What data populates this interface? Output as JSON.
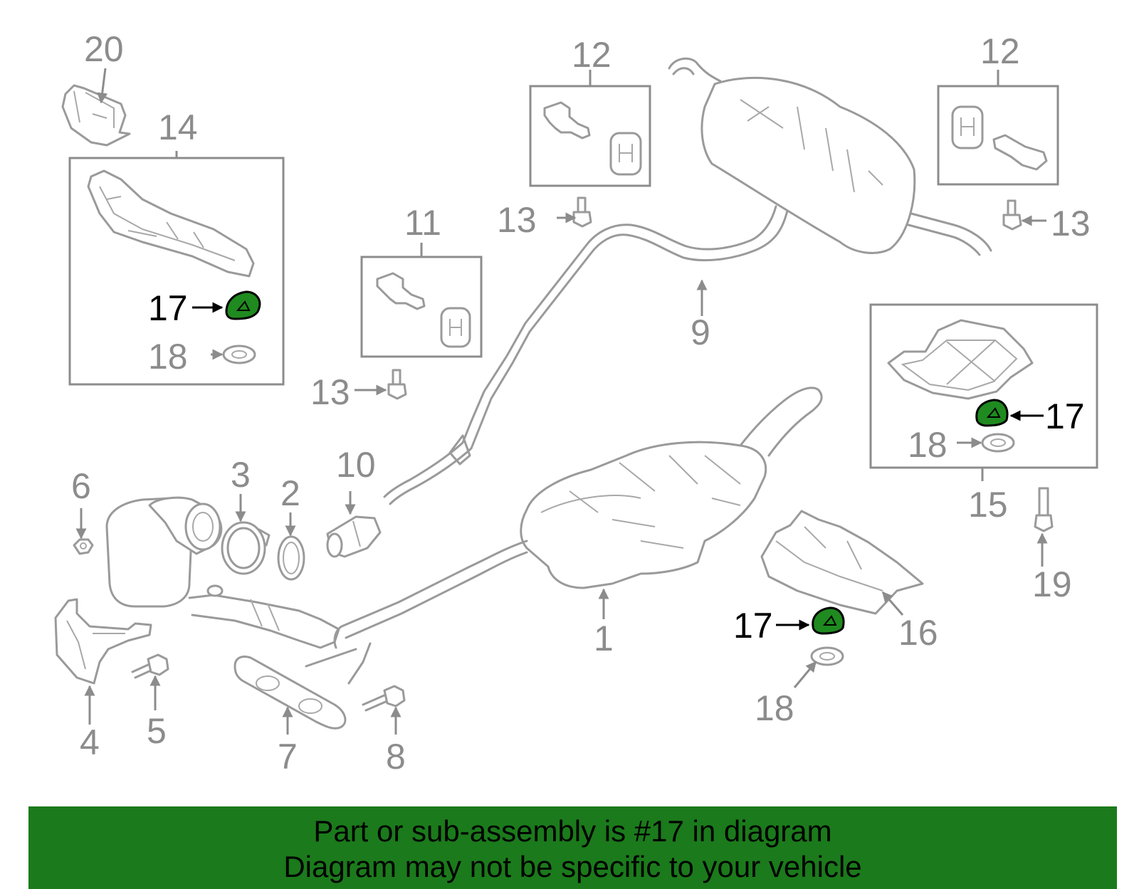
{
  "labels": {
    "l1": "1",
    "l2": "2",
    "l3": "3",
    "l4": "4",
    "l5": "5",
    "l6": "6",
    "l7": "7",
    "l8": "8",
    "l9": "9",
    "l10": "10",
    "l11": "11",
    "l12a": "12",
    "l12b": "12",
    "l13a": "13",
    "l13b": "13",
    "l13c": "13",
    "l14": "14",
    "l15": "15",
    "l16": "16",
    "l17a": "17",
    "l17b": "17",
    "l17c": "17",
    "l18a": "18",
    "l18b": "18",
    "l18c": "18",
    "l19": "19",
    "l20": "20"
  },
  "highlight": {
    "part_number": "17",
    "color": "#1f8a1f"
  },
  "footer": {
    "line1": "Part or sub-assembly is #17 in diagram",
    "line2": "Diagram may not be specific to your vehicle",
    "background": "#1b7a1b"
  }
}
